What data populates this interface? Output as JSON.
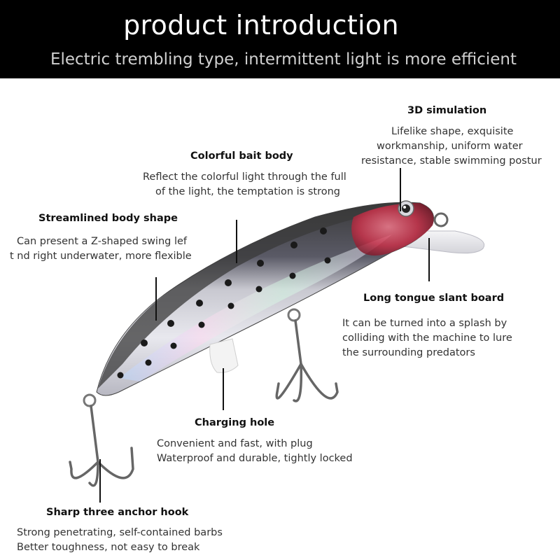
{
  "header": {
    "title": "product introduction",
    "subtitle": "Electric trembling type, intermittent light is more efficient"
  },
  "features": {
    "simulation": {
      "title": "3D simulation",
      "lines": [
        "Lifelike shape, exquisite",
        "workmanship, uniform water",
        "resistance, stable swimming postur"
      ]
    },
    "bait_body": {
      "title": "Colorful bait body",
      "lines": [
        "Reflect the colorful light through the full",
        "of the light, the temptation is strong"
      ]
    },
    "body_shape": {
      "title": "Streamlined body shape",
      "lines": [
        "Can present a Z-shaped swing lef",
        "t nd right underwater, more flexible"
      ]
    },
    "tongue_board": {
      "title": "Long tongue slant board",
      "lines": [
        "It can be turned into a splash by",
        "colliding with the machine to lure",
        "the surrounding predators"
      ]
    },
    "charging_hole": {
      "title": "Charging hole",
      "lines": [
        "Convenient and fast, with plug",
        "Waterproof and durable, tightly locked"
      ]
    },
    "anchor_hook": {
      "title": "Sharp three anchor hook",
      "lines": [
        "Strong penetrating, self-contained barbs",
        "Better toughness, not easy to break"
      ]
    }
  },
  "colors": {
    "header_bg": "#000000",
    "header_text": "#ffffff",
    "subtitle_text": "#d0d0d0",
    "lure_back": "#2e2e2e",
    "lure_belly": "#d8d8dc",
    "lure_head": "#c8324a"
  }
}
